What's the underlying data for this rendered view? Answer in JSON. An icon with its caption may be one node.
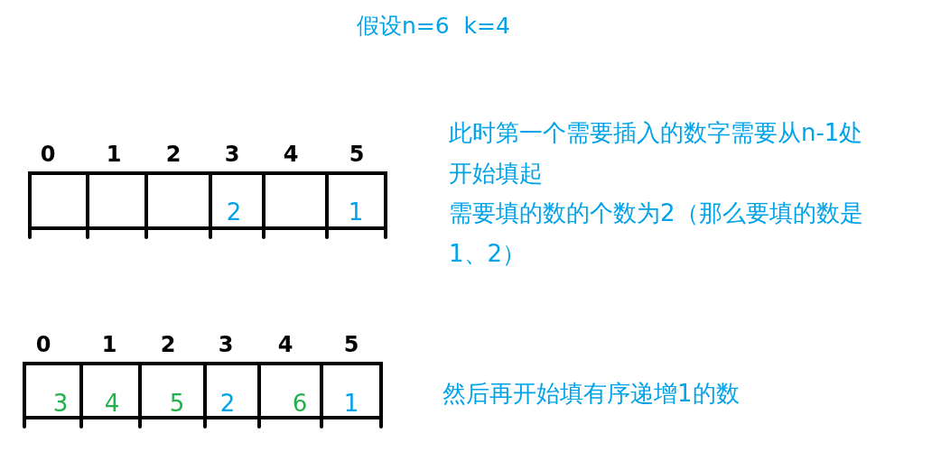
{
  "diagram": {
    "title": "假设n=6  k=4",
    "nodes": [
      {
        "text": [],
        "shape": "box",
        "beside": [
          "0"
        ]
      },
      {
        "text": [],
        "shape": "box",
        "beside": [
          "1"
        ]
      },
      {
        "text": [],
        "shape": "box",
        "beside": [
          "2"
        ]
      },
      {
        "text": [
          "2"
        ],
        "beside": [
          "3"
        ]
      },
      {
        "text": [],
        "shape": "box",
        "beside": [
          "4"
        ]
      },
      {
        "text": [
          "1"
        ],
        "beside": [
          "5"
        ]
      },
      {
        "text": [
          "3"
        ],
        "beside": [
          "0"
        ]
      },
      {
        "text": [
          "4"
        ],
        "beside": [
          "1"
        ]
      },
      {
        "text": [
          "5"
        ],
        "beside": [
          "2"
        ]
      },
      {
        "text": [
          "2"
        ],
        "beside": [
          "3"
        ]
      },
      {
        "text": [
          "6"
        ],
        "beside": [
          "4"
        ]
      },
      {
        "text": [
          "1"
        ],
        "beside": [
          "5"
        ]
      }
    ],
    "labels": [
      "此时第一个需要插入的数字需要从n-1处开始填起",
      "需要填的数的个数为2（那么要填的数是1、2）",
      "然后再开始填有序递增1的数"
    ]
  }
}
